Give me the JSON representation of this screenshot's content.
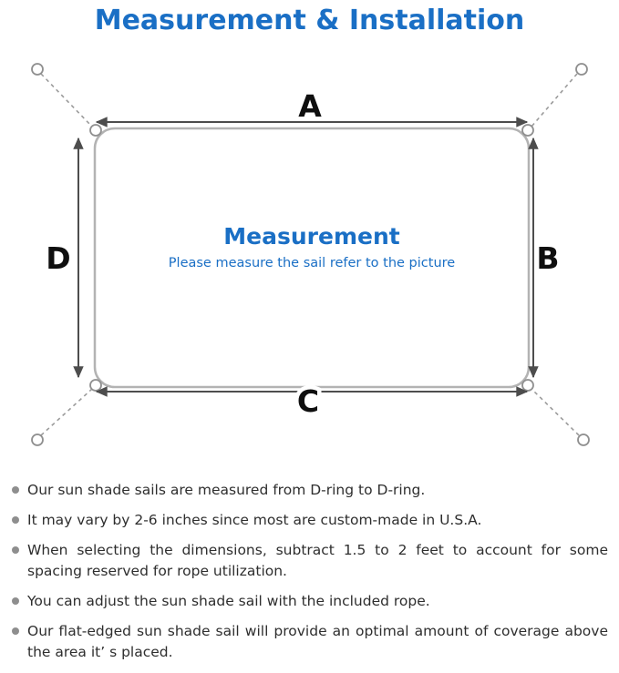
{
  "page": {
    "title": "Measurement & Installation"
  },
  "diagram": {
    "label_top": "A",
    "label_right": "B",
    "label_bottom": "C",
    "label_left": "D",
    "center_title": "Measurement",
    "center_subtitle": "Please measure the sail refer to the picture"
  },
  "notes": {
    "items": [
      "Our sun shade sails are measured from D-ring to D-ring.",
      "It may vary by 2-6 inches since most are custom-made in U.S.A.",
      "When selecting the dimensions, subtract 1.5 to 2 feet to account for some spacing reserved for rope utilization.",
      "You can adjust the sun shade sail with the included rope.",
      "Our flat-edged sun shade sail will provide an optimal amount of coverage above the area it’ s placed."
    ]
  },
  "colors": {
    "accent_blue": "#1a6fc5",
    "label_black": "#0f0f0f",
    "arrow_gray": "#4d4d4d",
    "outline_gray": "#b3b3b3",
    "rope_gray": "#9b9b9b",
    "bullet_gray": "#8e8e8e",
    "text_dark": "#2e2e2e"
  }
}
